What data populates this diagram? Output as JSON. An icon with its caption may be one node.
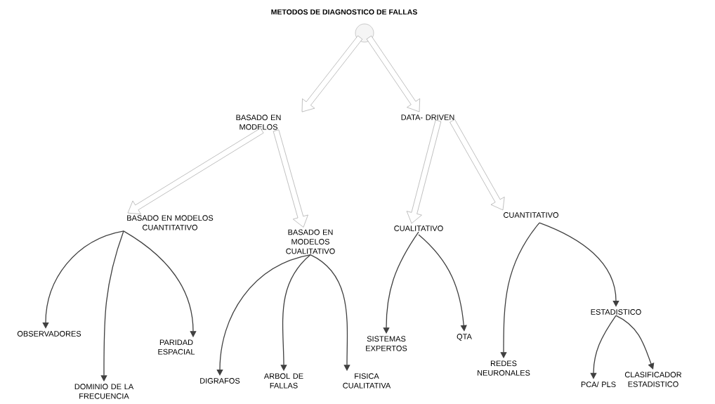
{
  "diagram": {
    "title": "METODOS DE DIAGNOSTICO DE FALLAS",
    "nodes": [
      {
        "text": [],
        "shape": "circle"
      },
      {
        "text": [
          "BASADO EN MODELOS"
        ]
      },
      {
        "text": [
          "DATA- DRIVEN"
        ]
      },
      {
        "text": [
          "BASADO EN MODELOS CUANTITATIVO"
        ]
      },
      {
        "text": [
          "BASADO EN MODELOS CUALITATIVO"
        ]
      },
      {
        "text": [
          "CUALITATIVO"
        ]
      },
      {
        "text": [
          "CUANTITATIVO"
        ]
      },
      {
        "text": [
          "OBSERVADORES"
        ]
      },
      {
        "text": [
          "DOMINIO DE LA FRECUENCIA"
        ]
      },
      {
        "text": [
          "PARIDAD ESPACIAL"
        ]
      },
      {
        "text": [
          "DIGRAFOS"
        ]
      },
      {
        "text": [
          "ARBOL DE FALLAS"
        ]
      },
      {
        "text": [
          "FISICA CUALITATIVA"
        ]
      },
      {
        "text": [
          "SISTEMAS EXPERTOS"
        ]
      },
      {
        "text": [
          "QTA"
        ]
      },
      {
        "text": [
          "REDES NEURONALES"
        ]
      },
      {
        "text": [
          "ESTADISTICO"
        ]
      },
      {
        "text": [
          "PCA/ PLS"
        ]
      },
      {
        "text": [
          "CLASIFICADOR ESTADISTICO"
        ]
      }
    ],
    "edges": [
      {
        "from": 0,
        "to": 1,
        "arrow": "to",
        "style": "thick"
      },
      {
        "from": 0,
        "to": 2,
        "arrow": "to",
        "style": "thick"
      },
      {
        "from": 1,
        "to": 3,
        "arrow": "to",
        "style": "thick"
      },
      {
        "from": 1,
        "to": 4,
        "arrow": "to",
        "style": "thick"
      },
      {
        "from": 2,
        "to": 5,
        "arrow": "to",
        "style": "thick"
      },
      {
        "from": 2,
        "to": 6,
        "arrow": "to",
        "style": "thick"
      },
      {
        "from": 3,
        "to": 7,
        "arrow": "to"
      },
      {
        "from": 3,
        "to": 8,
        "arrow": "to"
      },
      {
        "from": 3,
        "to": 9,
        "arrow": "to"
      },
      {
        "from": 4,
        "to": 10,
        "arrow": "to"
      },
      {
        "from": 4,
        "to": 11,
        "arrow": "to"
      },
      {
        "from": 4,
        "to": 12,
        "arrow": "to"
      },
      {
        "from": 5,
        "to": 13,
        "arrow": "to"
      },
      {
        "from": 5,
        "to": 14,
        "arrow": "to"
      },
      {
        "from": 6,
        "to": 15,
        "arrow": "to"
      },
      {
        "from": 6,
        "to": 16,
        "arrow": "to"
      },
      {
        "from": 16,
        "to": 17,
        "arrow": "to"
      },
      {
        "from": 16,
        "to": 18,
        "arrow": "to"
      }
    ]
  }
}
